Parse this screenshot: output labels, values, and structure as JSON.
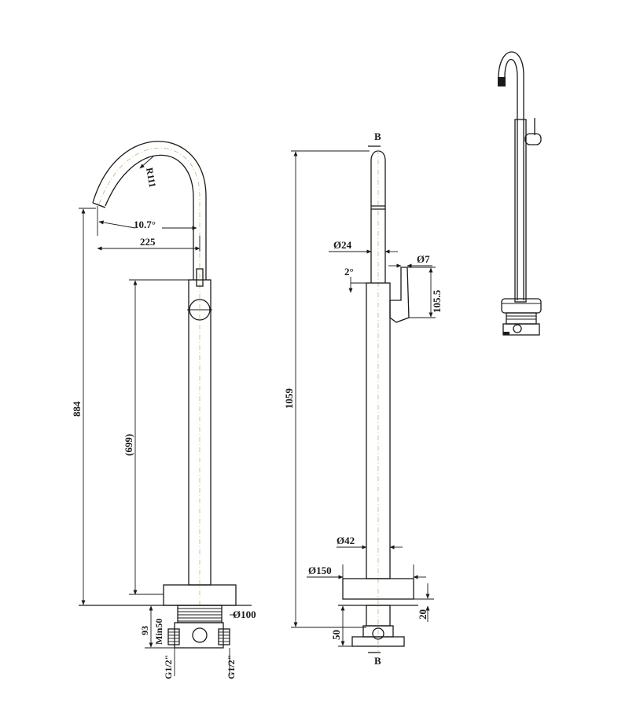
{
  "front_view": {
    "radius_label": "R111",
    "angle_label": "10.7°",
    "reach_label": "225",
    "total_height_label": "884",
    "body_height_label": "(699)",
    "base_diameter_label": "Ø100",
    "depth_label": "93",
    "min_depth_label": "Min50",
    "inlet_left_label": "G1/2\"",
    "inlet_right_label": "G1/2\""
  },
  "side_view": {
    "section_top_label": "B",
    "section_bottom_label": "B",
    "spout_diameter_label": "Ø24",
    "handle_diameter_label": "Ø7",
    "handle_angle_label": "2°",
    "handle_length_label": "105.5",
    "overall_height_label": "1059",
    "column_diameter_label": "Ø42",
    "flange_diameter_label": "Ø150",
    "flange_height_label": "20",
    "base_depth_label": "50"
  }
}
